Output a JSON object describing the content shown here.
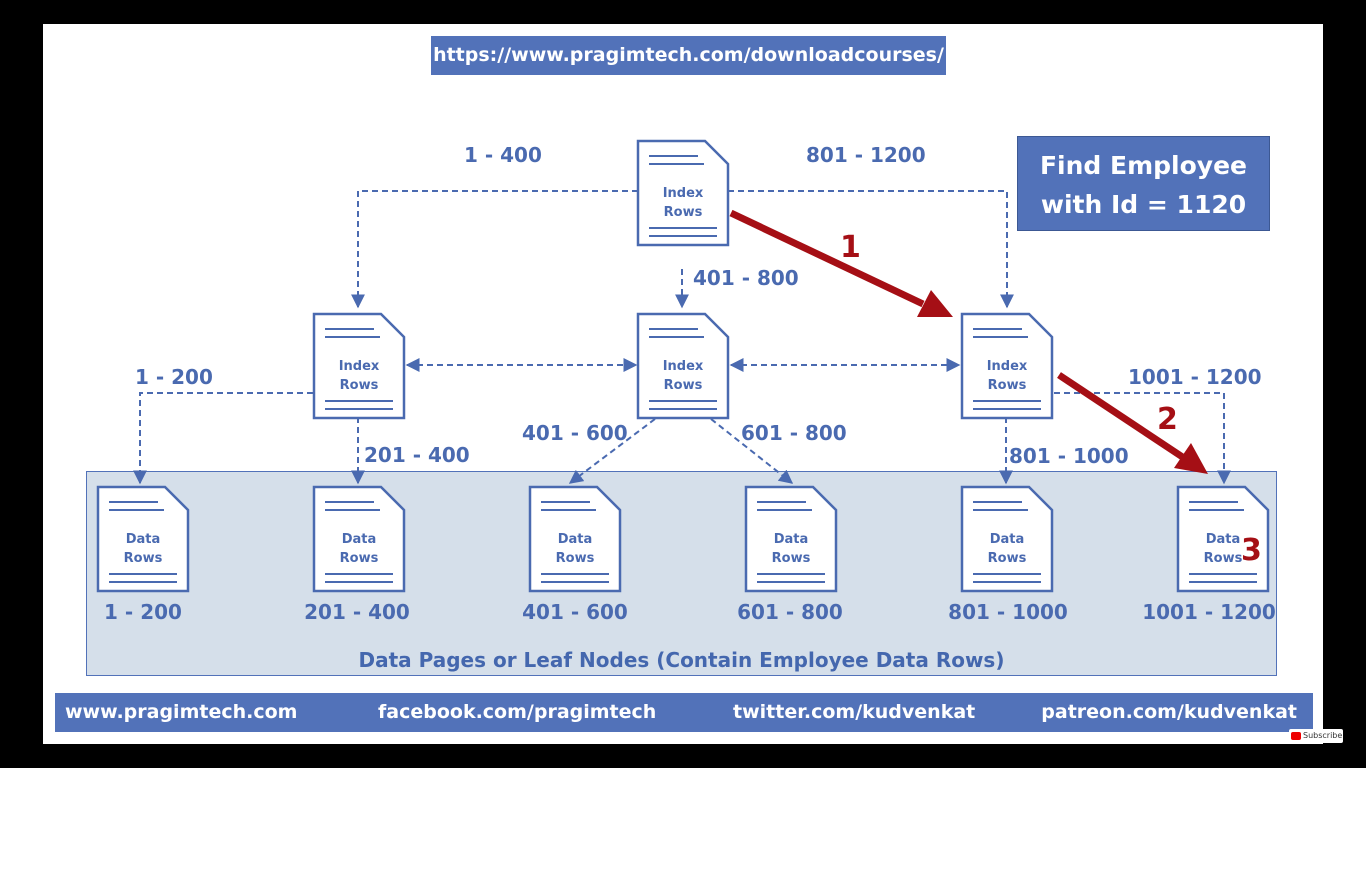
{
  "url_banner": "https://www.pragimtech.com/downloadcourses/",
  "callout": {
    "line1": "Find Employee",
    "line2": "with Id = 1120"
  },
  "doc_labels": {
    "index_line1": "Index",
    "index_line2": "Rows",
    "data_line1": "Data",
    "data_line2": "Rows"
  },
  "range_labels": {
    "root_left": "1 - 400",
    "root_right": "801 - 1200",
    "root_mid": "401 - 800",
    "left_a": "1 - 200",
    "left_b": "201 - 400",
    "mid_a": "401 - 600",
    "mid_b": "601 - 800",
    "right_a": "801 - 1000",
    "right_b": "1001 - 1200"
  },
  "leaf_labels": [
    "1 - 200",
    "201 - 400",
    "401 - 600",
    "601 - 800",
    "801 - 1000",
    "1001 - 1200"
  ],
  "steps": [
    "1",
    "2",
    "3"
  ],
  "leaf_caption": "Data Pages or Leaf Nodes (Contain Employee Data Rows)",
  "footer": {
    "site": "www.pragimtech.com",
    "facebook": "facebook.com/pragimtech",
    "twitter": "twitter.com/kudvenkat",
    "patreon": "patreon.com/kudvenkat"
  },
  "subscribe_label": "Subscribe",
  "colors": {
    "accent": "#5272b9",
    "text_blue": "#4a6ab0",
    "arrow_red": "#a50f15",
    "leaf_bg": "#d5dfea"
  }
}
